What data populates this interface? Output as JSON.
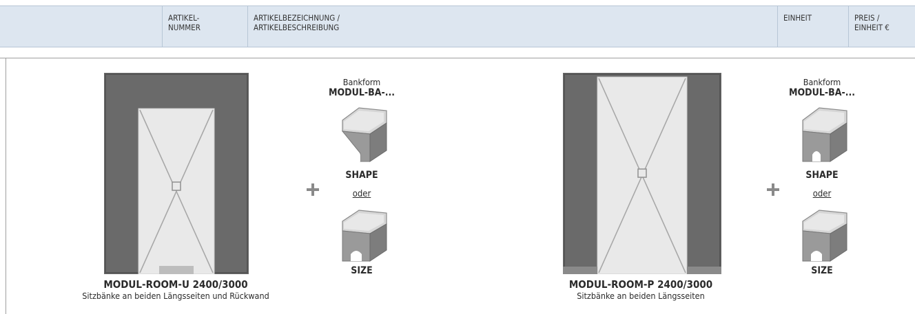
{
  "header": {
    "col_artikelnummer": [
      "ARTIKEL-",
      "NUMMER"
    ],
    "col_bezeichnung": [
      "ARTIKELBEZEICHNUNG /",
      "ARTIKELBESCHREIBUNG"
    ],
    "col_einheit": "EINHEIT",
    "col_preis": [
      "PREIS /",
      "EINHEIT €"
    ]
  },
  "rooms": [
    {
      "title": "MODUL-ROOM-U 2400/3000",
      "subtitle": "Sitzbänke an beiden Längsseiten und Rückwand",
      "bench": {
        "label": "Bankform",
        "model": "MODUL-BA-...",
        "option1": "SHAPE",
        "separator": "oder",
        "option2": "SIZE"
      }
    },
    {
      "title": "MODUL-ROOM-P 2400/3000",
      "subtitle": "Sitzbänke an beiden Längsseiten",
      "bench": {
        "label": "Bankform",
        "model": "MODUL-BA-...",
        "option1": "SHAPE",
        "separator": "oder",
        "option2": "SIZE"
      }
    }
  ],
  "colors": {
    "header_bg": "#dde6f0",
    "wall_dark": "#6a6a6a",
    "floor_light": "#e9e9e9",
    "plus_gray": "#8a8a8a"
  }
}
